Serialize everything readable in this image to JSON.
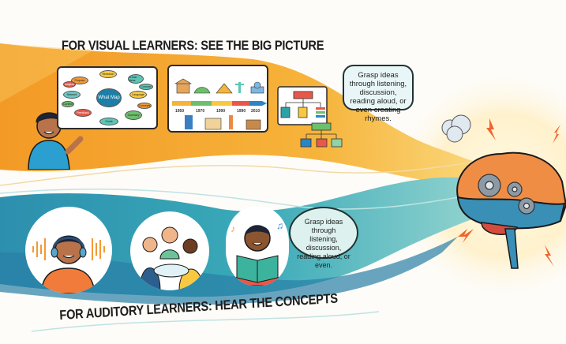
{
  "headings": {
    "visual": "FOR VISUAL LEARNERS: SEE THE BIG PICTURE",
    "auditory": "FOR AUDITORY LEARNERS: HEAR THE CONCEPTS"
  },
  "mind_map": {
    "center": "What Map",
    "nodes": [
      "Research",
      "Purpose",
      "Create Ideas",
      "Network",
      "Language",
      "Concepts",
      "Feedback",
      "Goals",
      "Summary",
      "Context",
      "Insights",
      "Connect"
    ]
  },
  "timeline": {
    "years": [
      "1950",
      "1970",
      "1990",
      "1990",
      "2010"
    ]
  },
  "bubbles": {
    "visual": "Grasp ideas through listening, discussion, reading aloud, or even creating rhymes.",
    "auditory": "Grasp ideas through listening, discussion, reading aloud, or even."
  },
  "colors": {
    "orange_wave": "#f3a02e",
    "yellow_wave": "#f7c948",
    "teal_wave": "#2a9db0",
    "green_wave": "#62c0a8",
    "brain_orange": "#ef8a3e",
    "brain_blue": "#3a8fb7",
    "ink": "#1d1d1d"
  },
  "icons": {
    "brain": "brain-icon",
    "gears": "gear-icon",
    "headphones": "headphones-icon",
    "book": "book-icon",
    "music_note": "music-note-icon",
    "lightning": "lightning-icon",
    "cloud": "cloud-icon"
  }
}
